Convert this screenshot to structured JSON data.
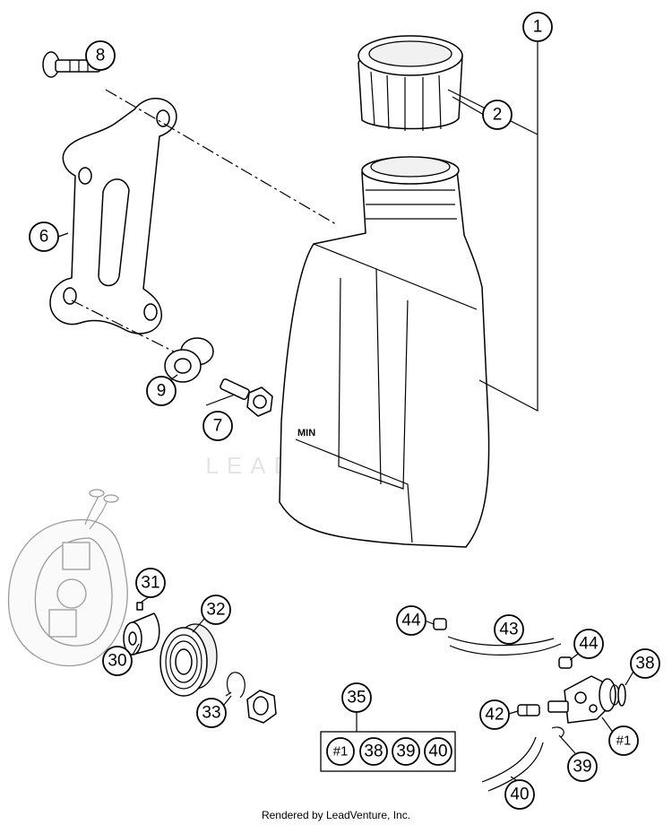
{
  "diagram": {
    "watermark": "LEADVENTURE",
    "container_label": "MIN",
    "credit": "Rendered by LeadVenture, Inc.",
    "callouts": {
      "c1": "1",
      "c2": "2",
      "c6": "6",
      "c7": "7",
      "c8": "8",
      "c9": "9",
      "c30": "30",
      "c31": "31",
      "c32": "32",
      "c33": "33",
      "c35": "35",
      "c38": "38",
      "c39": "39",
      "c40": "40",
      "c42": "42",
      "c43": "43",
      "c44a": "44",
      "c44b": "44",
      "c1b": "#1",
      "c39b": "39",
      "c40b": "40"
    },
    "kit_items": [
      "#1",
      "38",
      "39",
      "40"
    ]
  }
}
